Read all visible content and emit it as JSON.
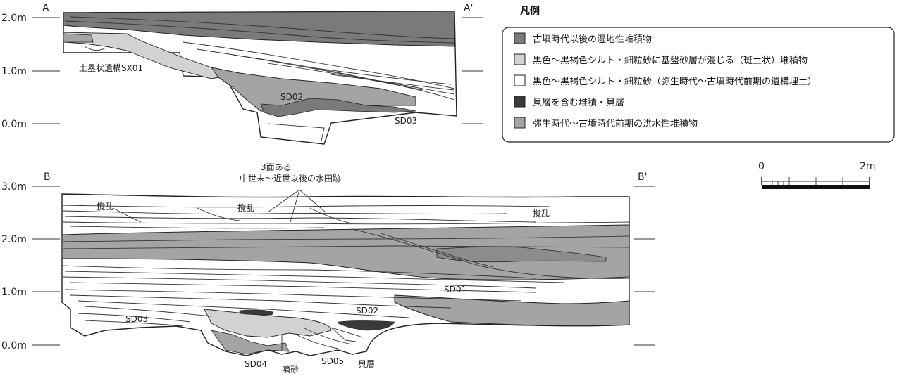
{
  "section_a": {
    "left_mark": "A",
    "right_mark": "A'",
    "scale": [
      "2.0m",
      "1.0m",
      "0.0m"
    ],
    "labels": {
      "sx01": "土塁状遺構SX01",
      "sd02": "SD02",
      "sd03": "SD03"
    }
  },
  "section_b": {
    "left_mark": "B",
    "right_mark": "B'",
    "scale": [
      "3.0m",
      "2.0m",
      "1.0m",
      "0.0m"
    ],
    "annotation_line1": "3面ある",
    "annotation_line2": "中世末〜近世以後の水田跡",
    "labels": {
      "disturb1": "撹乱",
      "disturb2": "撹乱",
      "disturb3": "撹乱",
      "sd01": "SD01",
      "sd02": "SD02",
      "sd03": "SD03",
      "sd04": "SD04",
      "sd05": "SD05",
      "funsa": "噴砂",
      "kaiso": "貝層"
    }
  },
  "legend": {
    "title": "凡例",
    "items": [
      {
        "label": "古墳時代以後の湿地性堆積物",
        "color": "#7a7a7a"
      },
      {
        "label": "黒色〜黒褐色シルト・細粒砂に基盤砂層が混じる（斑土状）堆積物",
        "color": "#d2d2d2"
      },
      {
        "label": "黒色〜黒褐色シルト・細粒砂（弥生時代〜古墳時代前期の遺構埋土）",
        "color": "#ffffff"
      },
      {
        "label": "貝層を含む堆積・貝層",
        "color": "#3a3a3a"
      },
      {
        "label": "弥生時代〜古墳時代前期の洪水性堆積物",
        "color": "#a4a4a4"
      }
    ]
  },
  "scale_bar": {
    "min_label": "0",
    "max_label": "2m"
  }
}
